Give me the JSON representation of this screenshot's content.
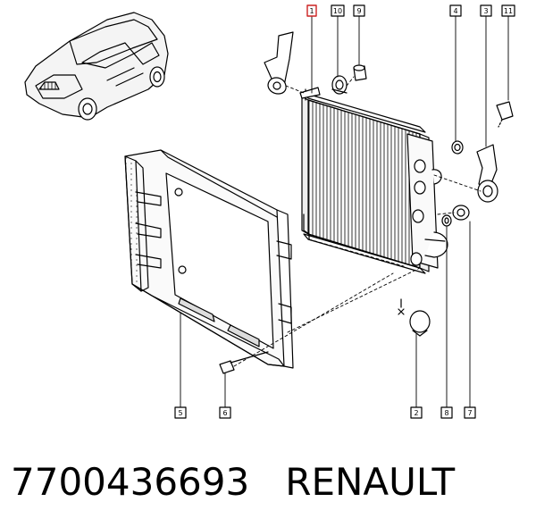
{
  "callouts": [
    {
      "id": "c1",
      "label": "1",
      "highlight": true
    },
    {
      "id": "c10",
      "label": "10"
    },
    {
      "id": "c9",
      "label": "9"
    },
    {
      "id": "c4",
      "label": "4"
    },
    {
      "id": "c3",
      "label": "3"
    },
    {
      "id": "c11",
      "label": "11"
    },
    {
      "id": "c5",
      "label": "5"
    },
    {
      "id": "c6",
      "label": "6"
    },
    {
      "id": "c2",
      "label": "2"
    },
    {
      "id": "c8",
      "label": "8"
    },
    {
      "id": "c7",
      "label": "7"
    }
  ],
  "caption": {
    "part_number": "7700436693",
    "brand": "RENAULT"
  },
  "colors": {
    "line": "#000000",
    "highlight": "#cc2222",
    "background": "#ffffff"
  }
}
